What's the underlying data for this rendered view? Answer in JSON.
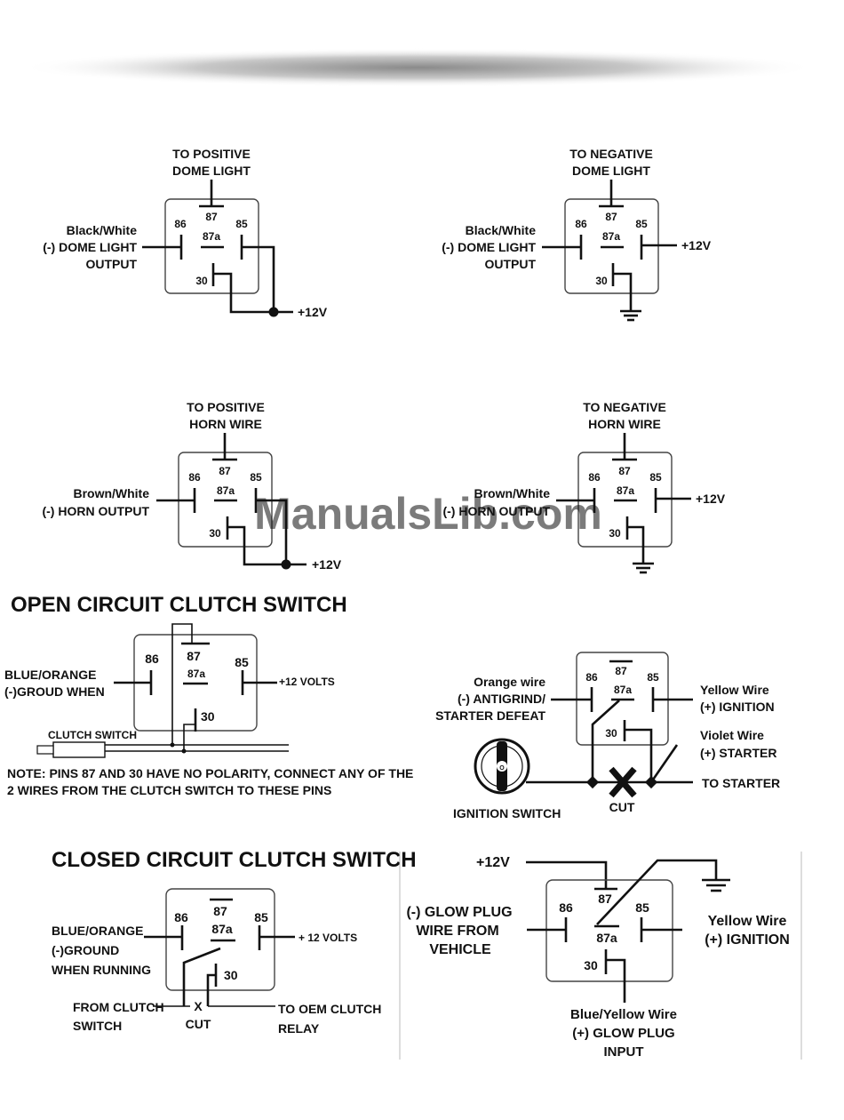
{
  "watermark": "ManualsLib.com",
  "pins": {
    "p86": "86",
    "p87": "87",
    "p87a": "87a",
    "p85": "85",
    "p30": "30"
  },
  "d1": {
    "title1": "TO POSITIVE",
    "title2": "DOME LIGHT",
    "left1": "Black/White",
    "left2": "(-) DOME LIGHT",
    "left3": "OUTPUT",
    "power": "+12V"
  },
  "d2": {
    "title1": "TO NEGATIVE",
    "title2": "DOME LIGHT",
    "left1": "Black/White",
    "left2": "(-) DOME LIGHT",
    "left3": "OUTPUT",
    "power": "+12V"
  },
  "d3": {
    "title1": "TO POSITIVE",
    "title2": "HORN WIRE",
    "left1": "Brown/White",
    "left2": "(-) HORN OUTPUT",
    "power": "+12V"
  },
  "d4": {
    "title1": "TO NEGATIVE",
    "title2": "HORN WIRE",
    "left1": "Brown/White",
    "left2": "(-) HORN OUTPUT",
    "power": "+12V"
  },
  "d5": {
    "heading": "OPEN CIRCUIT CLUTCH SWITCH",
    "left1": "BLUE/ORANGE",
    "left2": "(-)GROUD WHEN",
    "power": "+12 VOLTS",
    "switch": "CLUTCH SWITCH",
    "note1": "NOTE: PINS 87 AND 30 HAVE NO POLARITY, CONNECT ANY OF THE",
    "note2": "2 WIRES FROM THE CLUTCH SWITCH TO THESE PINS"
  },
  "d6": {
    "left1": "Orange wire",
    "left2": "(-) ANTIGRIND/",
    "left3": "STARTER DEFEAT",
    "right1": "Yellow Wire",
    "right2": "(+) IGNITION",
    "right3": "Violet Wire",
    "right4": "(+) STARTER",
    "to_starter": "TO STARTER",
    "cut": "CUT",
    "ign": "IGNITION SWITCH"
  },
  "d7": {
    "heading": "CLOSED CIRCUIT CLUTCH SWITCH",
    "left1": "BLUE/ORANGE",
    "left2": "(-)GROUND",
    "left3": "WHEN RUNNING",
    "power": "+ 12 VOLTS",
    "from1": "FROM CLUTCH",
    "from2": "SWITCH",
    "cut_x": "X",
    "cut": "CUT",
    "to1": "TO OEM CLUTCH",
    "to2": "RELAY"
  },
  "d8": {
    "power": "+12V",
    "left1": "(-) GLOW PLUG",
    "left2": "WIRE FROM",
    "left3": "VEHICLE",
    "right1": "Yellow Wire",
    "right2": "(+) IGNITION",
    "bottom1": "Blue/Yellow Wire",
    "bottom2": "(+) GLOW PLUG",
    "bottom3": "INPUT"
  }
}
